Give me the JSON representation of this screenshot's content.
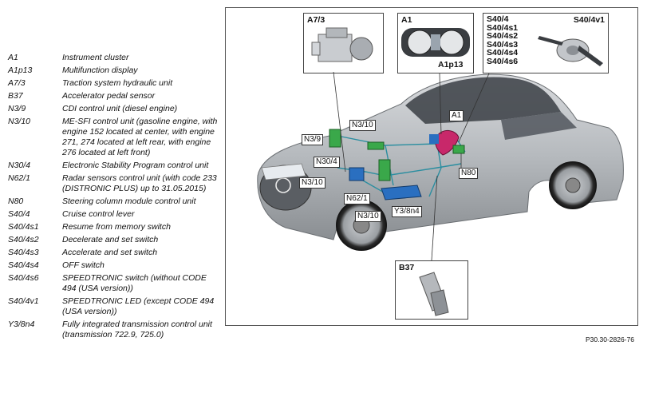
{
  "legend": [
    {
      "code": "A1",
      "desc": "Instrument cluster"
    },
    {
      "code": "A1p13",
      "desc": "Multifunction display"
    },
    {
      "code": "A7/3",
      "desc": "Traction system hydraulic unit"
    },
    {
      "code": "B37",
      "desc": "Accelerator pedal sensor"
    },
    {
      "code": "N3/9",
      "desc": "CDI control unit (diesel engine)"
    },
    {
      "code": "N3/10",
      "desc": "ME-SFI control unit (gasoline engine, with engine 152 located at center, with engine 271, 274 located at left rear, with engine 276 located at left front)"
    },
    {
      "code": "N30/4",
      "desc": "Electronic Stability Program control unit"
    },
    {
      "code": "N62/1",
      "desc": "Radar sensors control unit (with code 233 (DISTRONIC PLUS) up to 31.05.2015)"
    },
    {
      "code": "N80",
      "desc": "Steering column module control unit"
    },
    {
      "code": "S40/4",
      "desc": "Cruise control lever"
    },
    {
      "code": "S40/4s1",
      "desc": "Resume from memory switch"
    },
    {
      "code": "S40/4s2",
      "desc": "Decelerate and set switch"
    },
    {
      "code": "S40/4s3",
      "desc": "Accelerate and set switch"
    },
    {
      "code": "S40/4s4",
      "desc": "OFF switch"
    },
    {
      "code": "S40/4s6",
      "desc": "SPEEDTRONIC switch (without CODE 494 (USA version))"
    },
    {
      "code": "S40/4v1",
      "desc": "SPEEDTRONIC LED (except CODE 494 (USA version))"
    },
    {
      "code": "Y3/8n4",
      "desc": "Fully integrated transmission control unit (transmission 722.9, 725.0)"
    }
  ],
  "callouts": {
    "a73": "A7/3",
    "a1": "A1",
    "a1p13": "A1p13",
    "s40_left": [
      "S40/4",
      "S40/4s1",
      "S40/4s2",
      "S40/4s3",
      "S40/4s4",
      "S40/4s6"
    ],
    "s40_right": "S40/4v1",
    "b37": "B37"
  },
  "tags": {
    "n39": "N3/9",
    "n310_top": "N3/10",
    "a1_car": "A1",
    "n304": "N30/4",
    "n310_mid": "N3/10",
    "n80": "N80",
    "n621": "N62/1",
    "n310_bottom": "N3/10",
    "y38n4": "Y3/8n4"
  },
  "colors": {
    "line": "#2b8ea0",
    "component_green": "#3aa84a",
    "component_blue": "#2a6fc0",
    "component_magenta": "#c8286a",
    "car_body": "#b8bcc0"
  },
  "reference": "P30.30-2826-76"
}
